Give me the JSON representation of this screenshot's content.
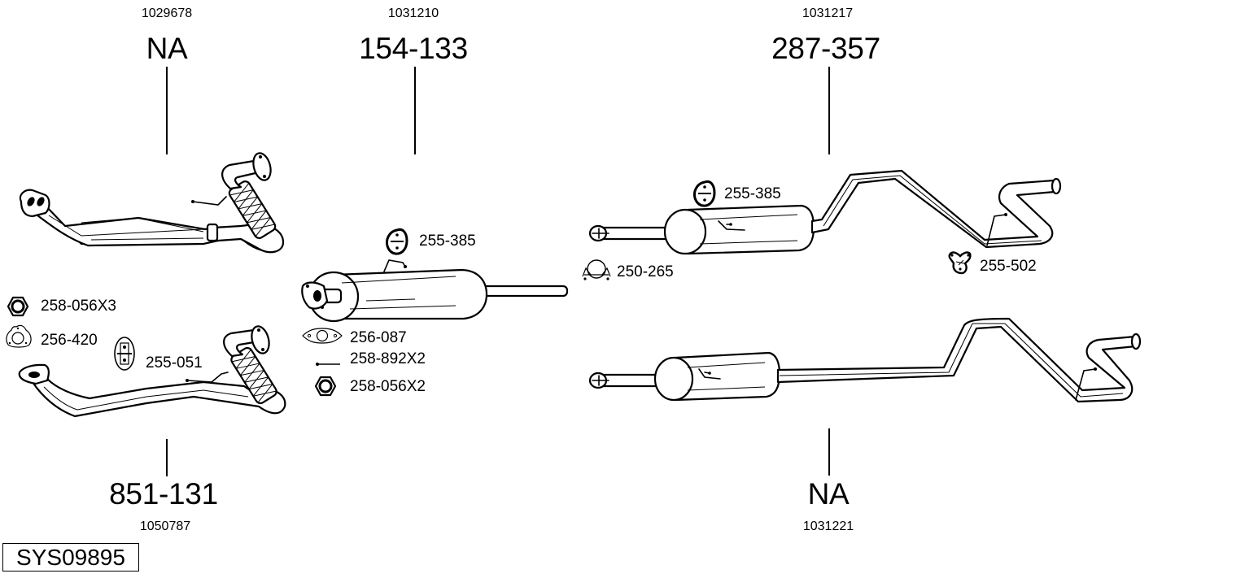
{
  "system_id": "SYS09895",
  "groups": [
    {
      "id": "front-pipe-top",
      "article_number": "1029678",
      "part_number": "NA"
    },
    {
      "id": "front-silencer",
      "article_number": "1031210",
      "part_number": "154-133"
    },
    {
      "id": "rear-silencer-top",
      "article_number": "1031217",
      "part_number": "287-357"
    },
    {
      "id": "front-pipe-bottom",
      "article_number": "1050787",
      "part_number": "851-131"
    },
    {
      "id": "rear-silencer-bottom",
      "article_number": "1031221",
      "part_number": "NA"
    }
  ],
  "accessories": [
    {
      "code": "258-056X3",
      "icon": "nut-icon"
    },
    {
      "code": "256-420",
      "icon": "three-hole-gasket-icon"
    },
    {
      "code": "255-051",
      "icon": "rubber-hanger-icon"
    },
    {
      "code": "255-385",
      "icon": "rubber-ring-hanger-icon"
    },
    {
      "code": "256-087",
      "icon": "two-hole-gasket-icon"
    },
    {
      "code": "258-892X2",
      "icon": "bolt-icon"
    },
    {
      "code": "258-056X2",
      "icon": "nut-icon"
    },
    {
      "code": "255-385",
      "icon": "rubber-ring-hanger-icon"
    },
    {
      "code": "250-265",
      "icon": "clamp-icon"
    },
    {
      "code": "255-502",
      "icon": "mounting-bracket-icon"
    }
  ]
}
